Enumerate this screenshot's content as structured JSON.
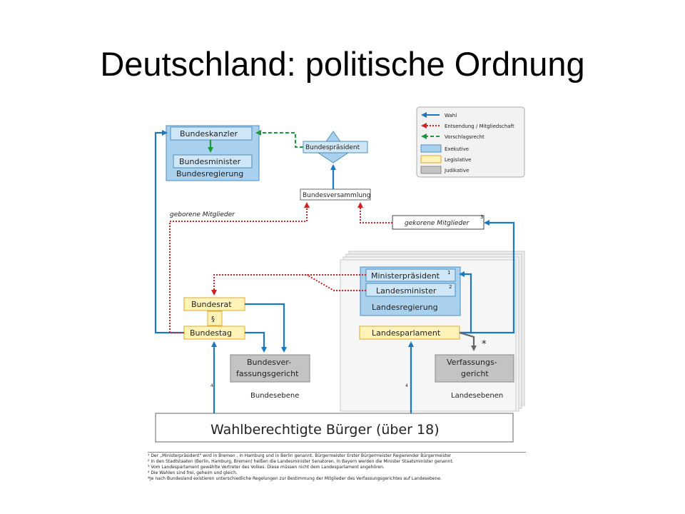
{
  "slide": {
    "title": "Deutschland: politische Ordnung"
  },
  "legend": {
    "wahl": "Wahl",
    "entsendung": "Entsendung / Mitgliedschaft",
    "vorschlag": "Vorschlagsrecht",
    "exekutive": "Exekutive",
    "legislative": "Legislative",
    "judikative": "Judikative"
  },
  "colors": {
    "blue": "#1a78c2",
    "red": "#d42020",
    "green": "#1a9a3a",
    "exekutive_fill": "#a9d0ec",
    "legislative_fill": "#fff3b8",
    "judikative_fill": "#c3c3c3"
  },
  "bund": {
    "kanzler": "Bundeskanzler",
    "minister": "Bundesminister",
    "regierung": "Bundesregierung",
    "praesident": "Bundespräsident",
    "versammlung": "Bundesversammlung",
    "geborene": "geborene Mitglieder",
    "gekorene": "gekorene Mitglieder",
    "gekorene_note": "3",
    "bundesrat": "Bundesrat",
    "paragraph": "§",
    "bundestag": "Bundestag",
    "gericht_1": "Bundesver-",
    "gericht_2": "fassungsgericht",
    "ebene": "Bundesebene",
    "note4": "4"
  },
  "land": {
    "mp": "Ministerpräsident",
    "mp_note": "1",
    "minister": "Landesminister",
    "minister_note": "2",
    "regierung": "Landesregierung",
    "parlament": "Landesparlament",
    "gericht_1": "Verfassungs-",
    "gericht_2": "gericht",
    "star": "*",
    "ebene": "Landesebenen",
    "note4": "4"
  },
  "buerger": "Wahlberechtigte Bürger (über 18)",
  "footnotes": [
    "¹ Der „Ministerpräsident\" wird in Bremen , in Hamburg und in Berlin  genannt.  Bürgermeister Erster Bürgermeister Regierender Bürgermeister",
    "² In den Stadtstaaten (Berlin, Hamburg, Bremen) heißen die Landesminister Senatoren. In Bayern werden die Minister Staatsminister genannt.",
    "³ Vom Landesparlament gewählte Vertreter des Volkes. Diese müssen nicht dem Landesparlament angehören.",
    "⁴ Die Wahlen sind frei, geheim und gleich.",
    "*Je nach Bundesland existieren unterschiedliche Regelungen zur Bestimmung der Mitglieder des Verfassungsgerichtes auf Landesebene."
  ]
}
